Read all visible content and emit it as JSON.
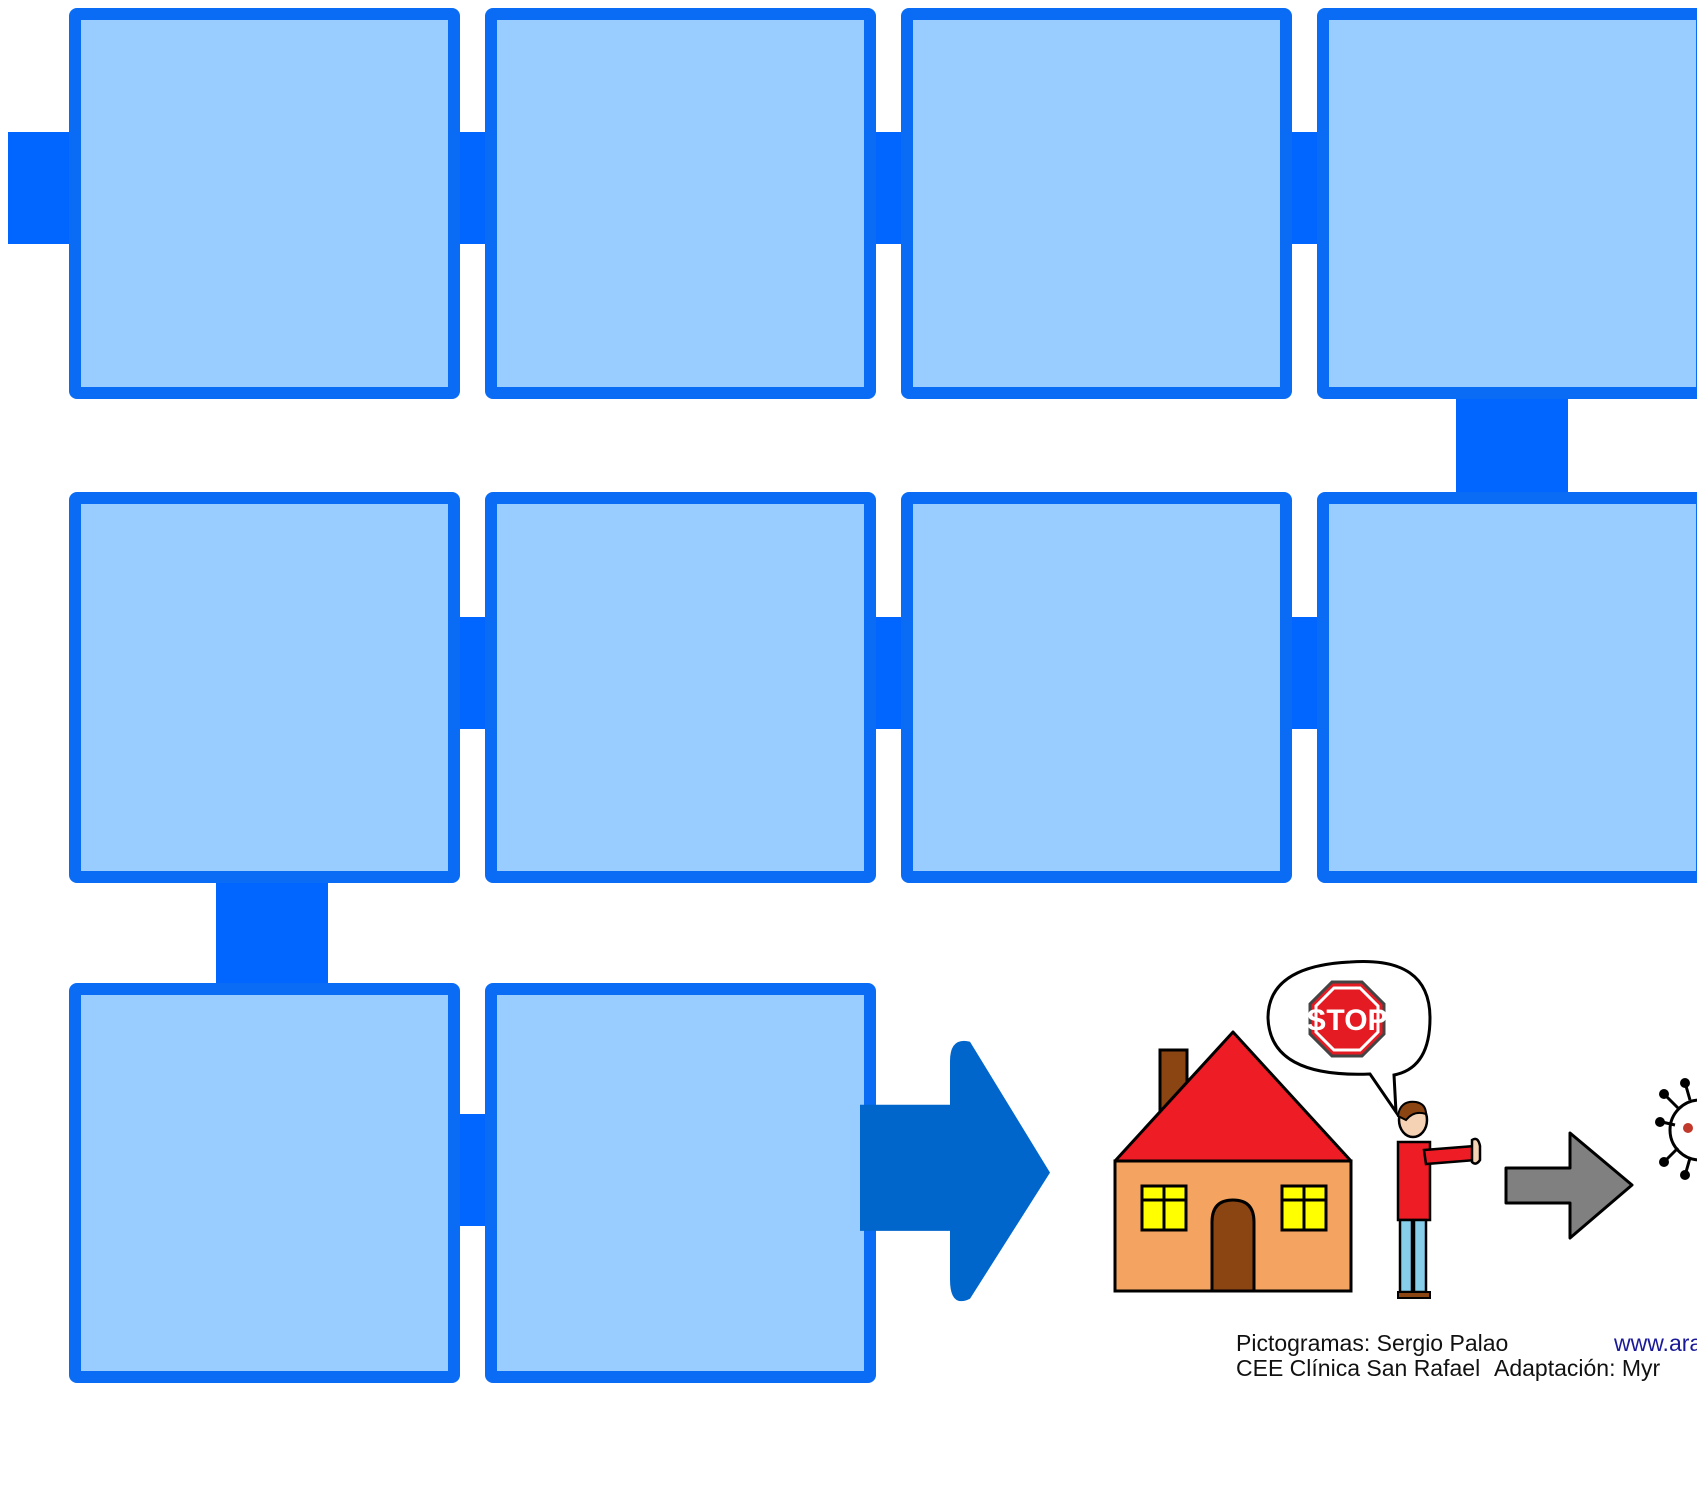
{
  "board": {
    "tile_count": 10,
    "colors": {
      "tile_fill": "#99ccff",
      "tile_border": "#0a6cf5",
      "connector": "#0066ff",
      "goal_arrow": "#0066cc",
      "next_arrow": "#808080"
    }
  },
  "goal_scene": {
    "stop_sign_text": "STOP",
    "icons": [
      "house-icon",
      "speech-bubble-icon",
      "stop-sign-icon",
      "boy-stop-gesture-icon",
      "gray-arrow-icon",
      "virus-icon"
    ]
  },
  "credits": {
    "line1_left": "Pictogramas: Sergio Palao",
    "line1_link": "www.ara",
    "line2_left": "CEE Clínica San Rafael",
    "line2_right": "Adaptación: Myr"
  }
}
